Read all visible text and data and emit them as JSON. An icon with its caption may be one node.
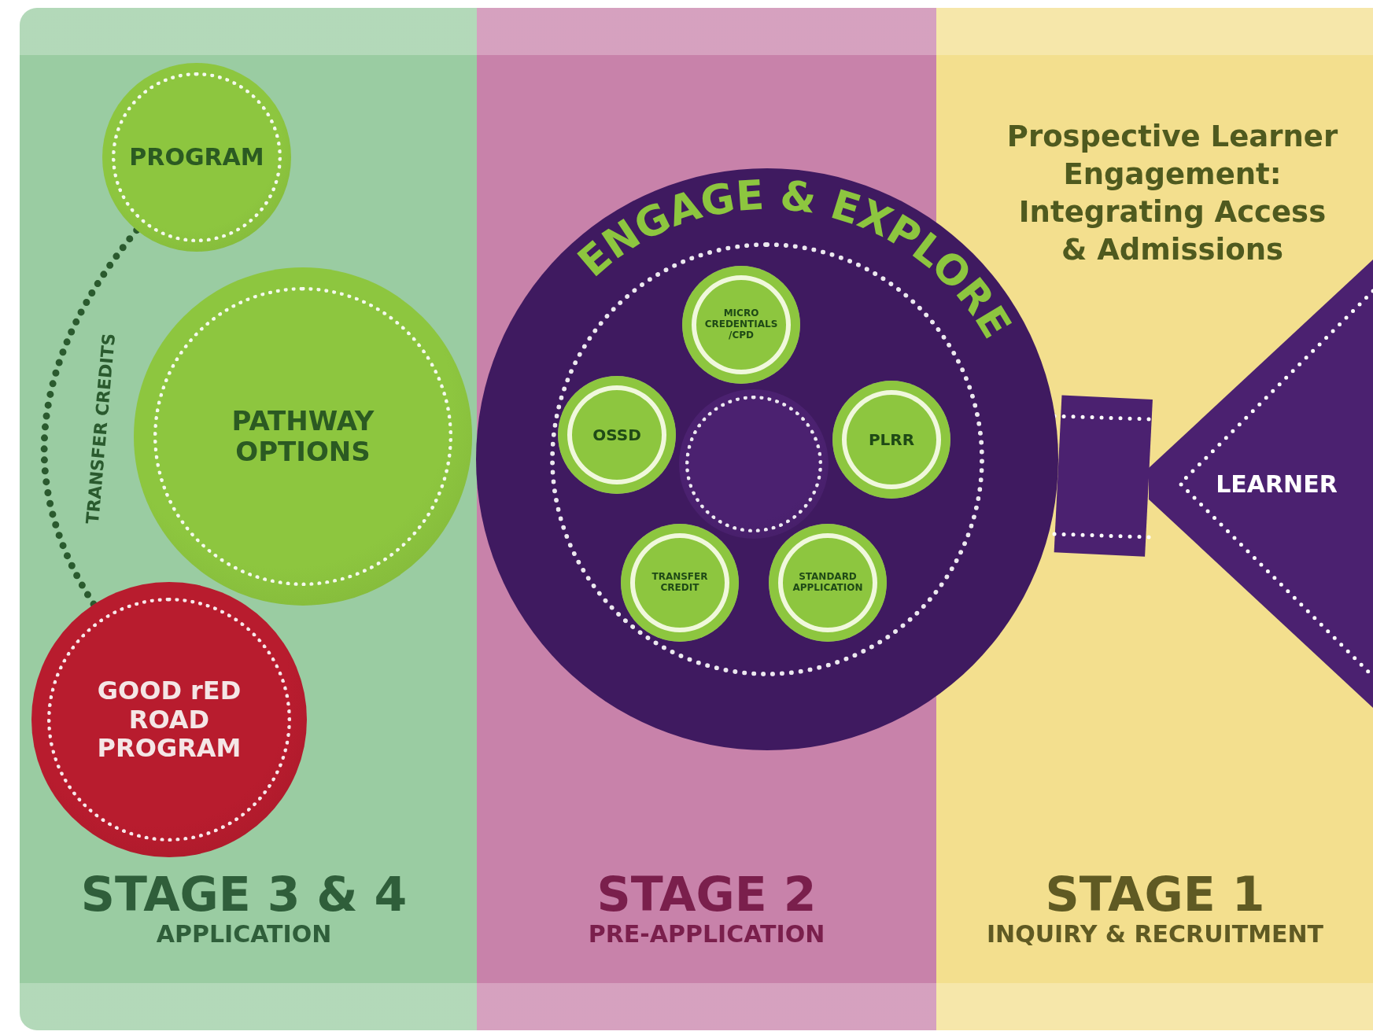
{
  "diagram": {
    "nodes": [
      {
        "text": [
          "PROGRAM"
        ]
      },
      {
        "text": [
          "PATHWAY OPTIONS"
        ]
      },
      {
        "text": [
          "GOOD rED ROAD PROGRAM"
        ]
      },
      {
        "text": [
          "ENGAGE & EXPLORE"
        ]
      },
      {
        "text": [
          "MICRO CREDENTIALS /CPD"
        ],
        "in": 3
      },
      {
        "text": [
          "OSSD"
        ],
        "in": 3
      },
      {
        "text": [
          "PLRR"
        ],
        "in": 3
      },
      {
        "text": [],
        "shape": "circle",
        "in": 3
      },
      {
        "text": [
          "TRANSFER CREDIT"
        ],
        "in": 3
      },
      {
        "text": [
          "STANDARD APPLICATION"
        ],
        "in": 3
      },
      {
        "text": [
          "LEARNER"
        ]
      }
    ],
    "edges": [
      {
        "from": 0,
        "to": 2,
        "arrow": "none",
        "label": "TRANSFER CREDITS",
        "style": "dashed"
      },
      {
        "from": 10,
        "to": 3,
        "arrow": "none",
        "style": "thick"
      }
    ],
    "labels": [
      "Prospective Learner Engagement: Integrating Access & Admissions",
      "STAGE 3 & 4",
      "APPLICATION",
      "STAGE 2",
      "PRE-APPLICATION",
      "STAGE 1",
      "INQUIRY & RECRUITMENT"
    ]
  }
}
